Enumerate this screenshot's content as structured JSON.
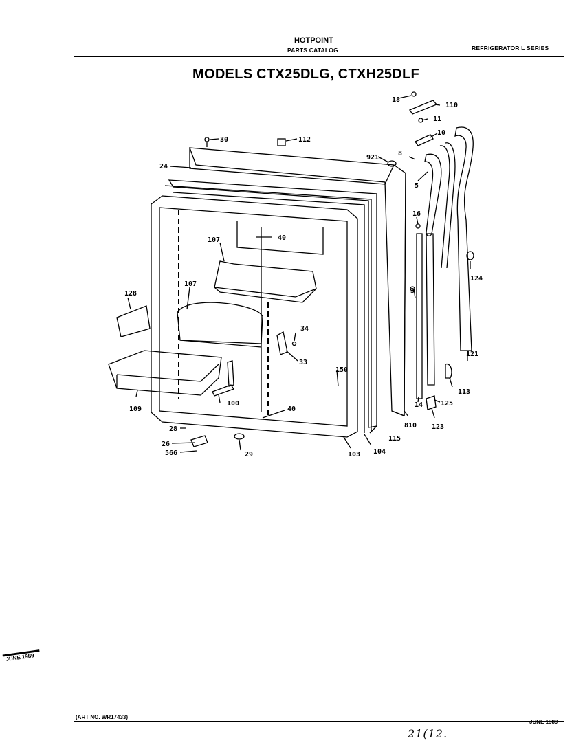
{
  "header": {
    "brand": "HOTPOINT",
    "catalog": "PARTS CATALOG",
    "series": "REFRIGERATOR L SERIES"
  },
  "title": "MODELS CTX25DLG, CTXH25DLF",
  "callouts": [
    "18",
    "110",
    "11",
    "10",
    "30",
    "112",
    "921",
    "8",
    "24",
    "5",
    "16",
    "107",
    "40",
    "124",
    "107",
    "128",
    "34",
    "3",
    "33",
    "150",
    "14",
    "121",
    "100",
    "109",
    "40",
    "125",
    "113",
    "810",
    "28",
    "123",
    "115",
    "26",
    "29",
    "104",
    "103",
    "566"
  ],
  "footer": {
    "art_no": "(ART NO. WR17433)",
    "date": "JUNE 1989",
    "side_stamp": "JUNE 1989",
    "handwritten": "21(12."
  }
}
